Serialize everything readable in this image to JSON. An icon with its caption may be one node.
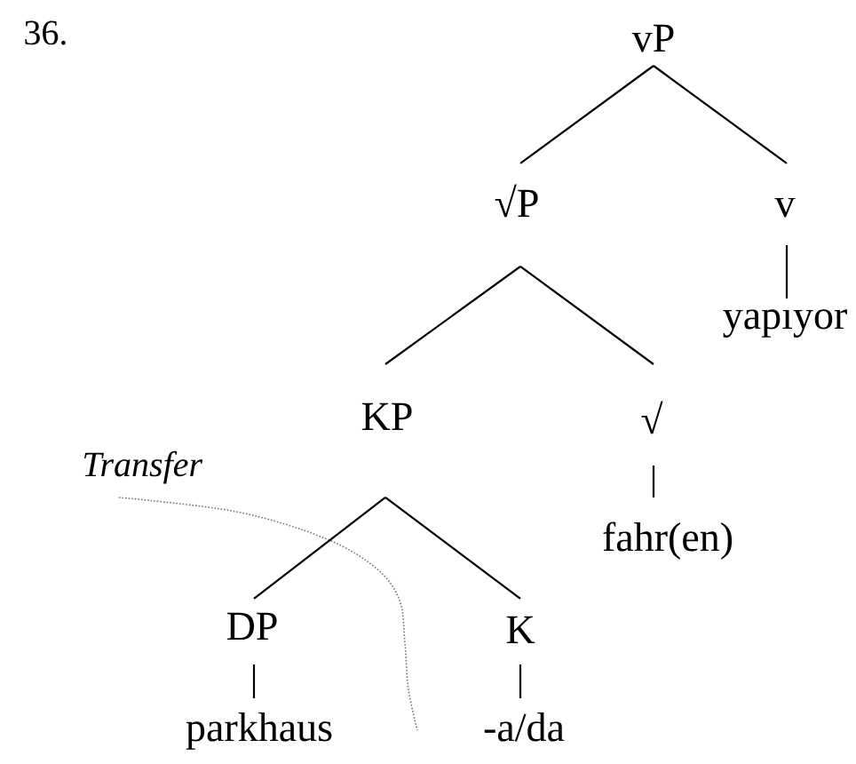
{
  "diagram": {
    "nodes": [
      {
        "text": [
          "vP"
        ]
      },
      {
        "text": [
          "√P"
        ]
      },
      {
        "text": [
          "v"
        ]
      },
      {
        "text": [
          "yapıyor"
        ]
      },
      {
        "text": [
          "KP"
        ]
      },
      {
        "text": [
          "√"
        ]
      },
      {
        "text": [
          "fahr(en)"
        ]
      },
      {
        "text": [
          "DP"
        ]
      },
      {
        "text": [
          "K"
        ]
      },
      {
        "text": [
          "parkhaus"
        ]
      },
      {
        "text": [
          "-a/da"
        ]
      }
    ],
    "edges": [
      {
        "from": 0,
        "to": 1,
        "arrow": "none"
      },
      {
        "from": 0,
        "to": 2,
        "arrow": "none"
      },
      {
        "from": 1,
        "to": 4,
        "arrow": "none"
      },
      {
        "from": 1,
        "to": 5,
        "arrow": "none"
      },
      {
        "from": 2,
        "to": 3,
        "arrow": "none"
      },
      {
        "from": 4,
        "to": 7,
        "arrow": "none"
      },
      {
        "from": 4,
        "to": 8,
        "arrow": "none"
      },
      {
        "from": 5,
        "to": 6,
        "arrow": "none"
      },
      {
        "from": 7,
        "to": 9,
        "arrow": "none"
      },
      {
        "from": 8,
        "to": 10,
        "arrow": "none"
      }
    ],
    "labels": [
      "36.",
      "Transfer"
    ]
  }
}
